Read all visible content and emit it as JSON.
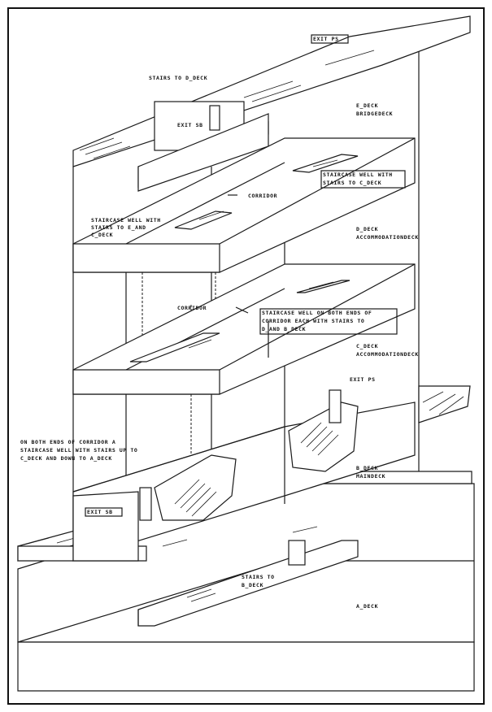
{
  "labels": {
    "exit_ps_top": "EXIT PS",
    "stairs_to_d_deck": "STAIRS TO D_DECK",
    "exit_sb_upper": "EXIT SB",
    "e_deck": "E_DECK",
    "bridgedeck": "BRIDGEDECK",
    "staircase_well_c_deck_1": "STAIRCASE WELL WITH",
    "staircase_well_c_deck_2": "STAIRS TO C_DECK",
    "corridor_d": "CORRIDOR",
    "staircase_well_e_1": "STAIRCASE WELL WITH",
    "staircase_well_e_2": "STAIRS TO E_AND",
    "staircase_well_e_3": "C_DECK",
    "d_deck": "D_DECK",
    "d_accommodation": "ACCOMMODATIONDECK",
    "corridor_c": "CORRIDOR",
    "staircase_both_1": "STAIRCASE WELL ON BOTH ENDS OF",
    "staircase_both_2": "CORRIDOR EACH WITH STAIRS TO",
    "staircase_both_3": "D_AND B_DECK",
    "c_deck": "C_DECK",
    "c_accommodation": "ACCOMMODATIONDECK",
    "exit_ps_b": "EXIT PS",
    "both_ends_1": "ON BOTH ENDS OF CORRIDOR A",
    "both_ends_2": "STAIRCASE WELL WITH STAIRS UP TO",
    "both_ends_3": "C_DECK AND DOWN TO A_DECK",
    "b_deck": "B_DECK",
    "maindeck": "MAINDECK",
    "exit_sb_b": "EXIT SB",
    "stairs_to_b_1": "STAIRS TO",
    "stairs_to_b_2": "B_DECK",
    "a_deck": "A_DECK"
  }
}
